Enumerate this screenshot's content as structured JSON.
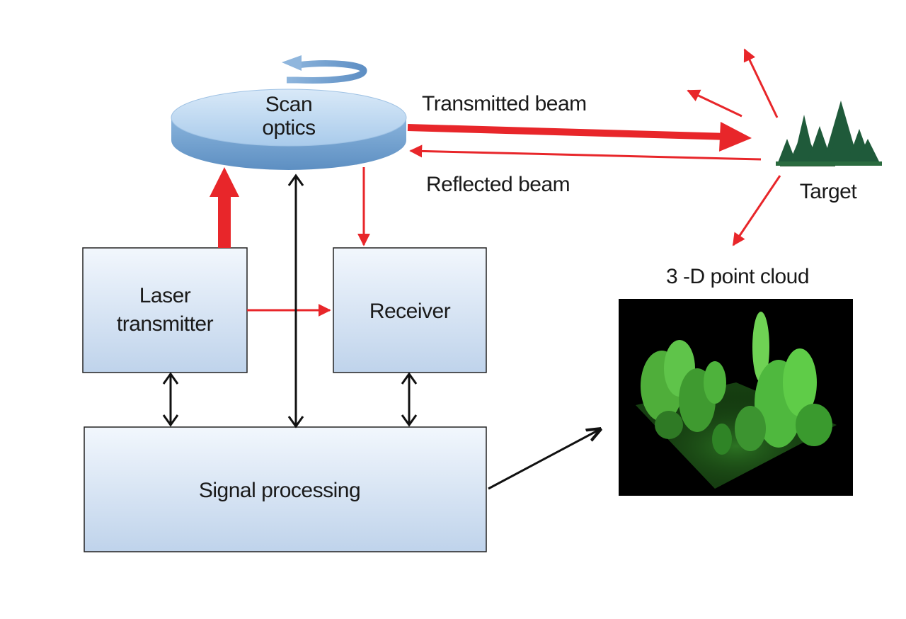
{
  "diagram": {
    "scan_optics": {
      "label_line1": "Scan",
      "label_line2": "optics"
    },
    "laser_transmitter": {
      "label_line1": "Laser",
      "label_line2": "transmitter"
    },
    "receiver": {
      "label": "Receiver"
    },
    "signal_processing": {
      "label": "Signal processing"
    },
    "transmitted_beam": {
      "label": "Transmitted beam"
    },
    "reflected_beam": {
      "label": "Reflected beam"
    },
    "target": {
      "label": "Target"
    },
    "point_cloud": {
      "label": "3 -D point cloud"
    },
    "colors": {
      "beam_red": "#e8262a",
      "box_fill_top": "#eef4fc",
      "box_fill_bottom": "#bcd2ec",
      "lens_blue": "#8cb6df",
      "tree_green": "#1f5a3a",
      "point_green": "#5fd24a"
    }
  }
}
